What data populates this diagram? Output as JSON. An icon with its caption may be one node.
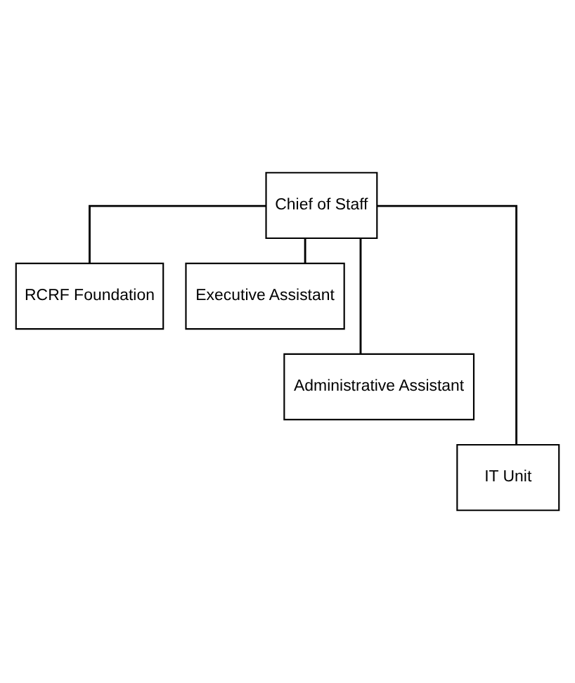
{
  "diagram": {
    "nodes": [
      {
        "text": [
          "Chief of Staff"
        ]
      },
      {
        "text": [
          "RCRF Foundation"
        ]
      },
      {
        "text": [
          "Executive Assistant"
        ]
      },
      {
        "text": [
          "Administrative Assistant"
        ]
      },
      {
        "text": [
          "IT Unit"
        ]
      }
    ],
    "edges": [
      {
        "from": 0,
        "to": 1,
        "arrow": "none"
      },
      {
        "from": 0,
        "to": 2,
        "arrow": "none"
      },
      {
        "from": 0,
        "to": 3,
        "arrow": "none"
      },
      {
        "from": 0,
        "to": 4,
        "arrow": "none"
      }
    ]
  }
}
